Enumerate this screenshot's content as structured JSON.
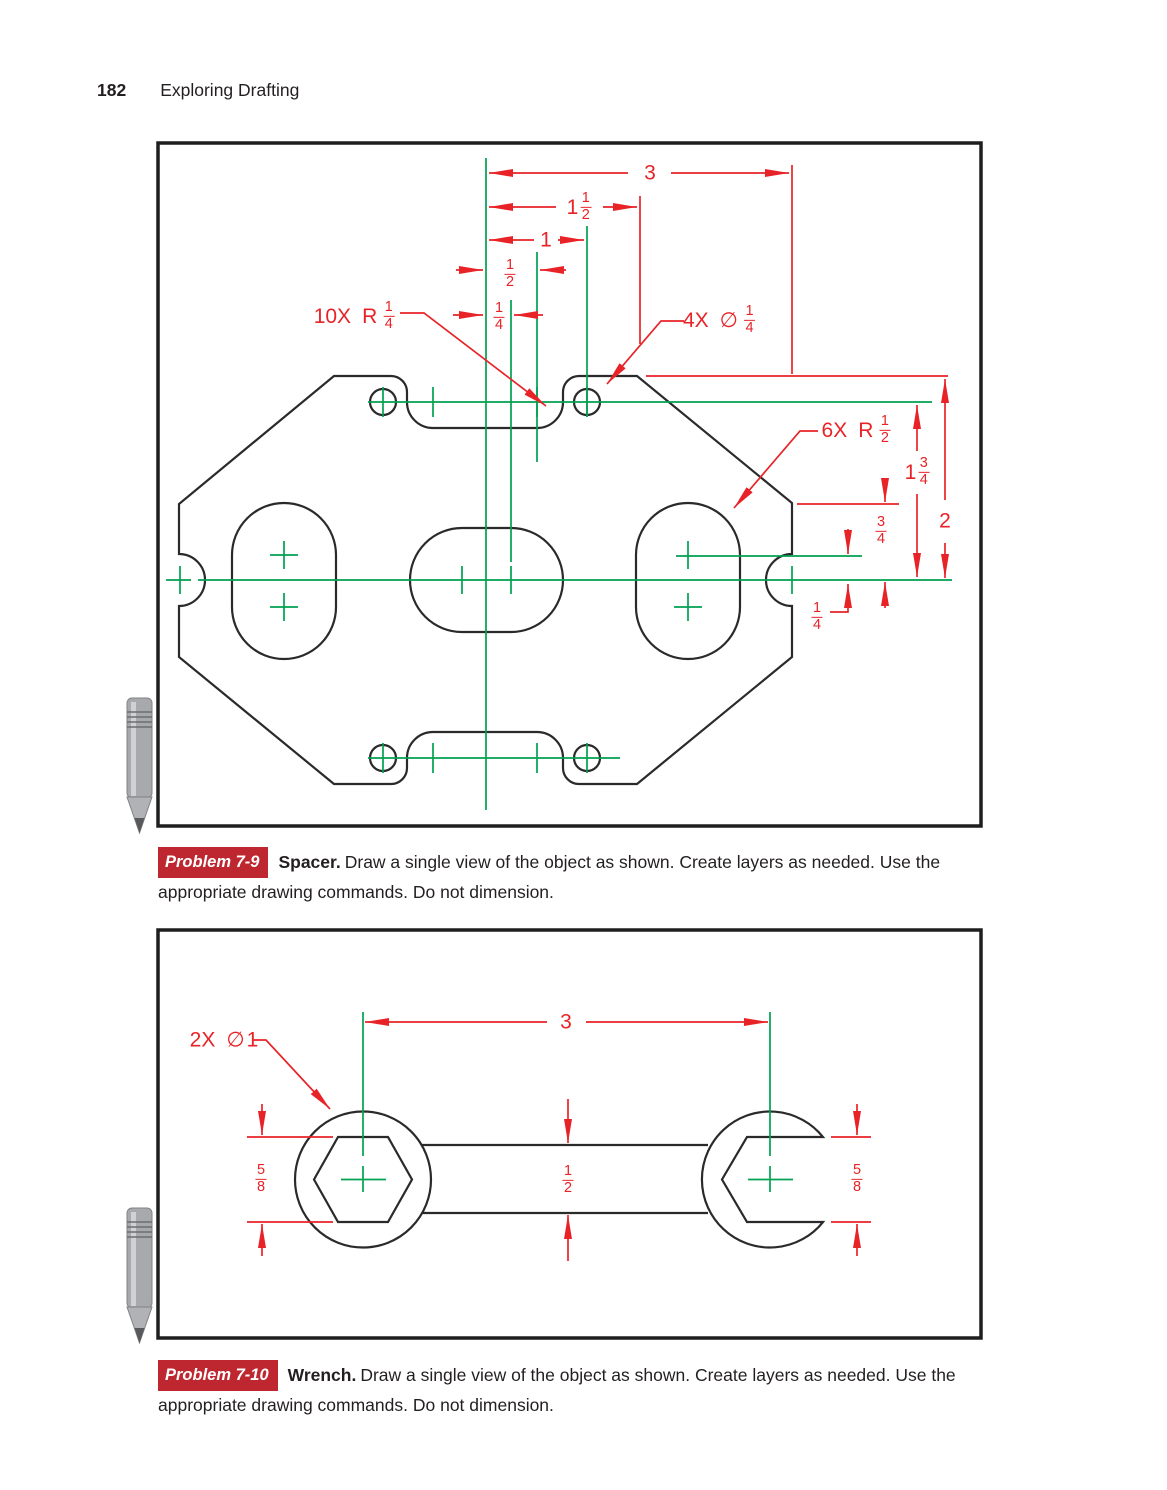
{
  "page": {
    "number": "182",
    "title": "Exploring Drafting"
  },
  "colors": {
    "dimension_red": "#e82328",
    "centerline_green": "#00a150",
    "drawing_black": "#2a2a2a",
    "badge_red": "#be2730",
    "badge_text": "#ffffff"
  },
  "problem1": {
    "badge": "Problem 7-9",
    "name": "Spacer.",
    "caption": "Draw a single view of the object as shown. Create layers as needed. Use the appropriate drawing commands. Do not dimension.",
    "dims": {
      "overall_width": "3",
      "width_to_corner": {
        "whole": "1",
        "num": "1",
        "den": "2"
      },
      "width_to_hole": "1",
      "width_to_notch": {
        "num": "1",
        "den": "2"
      },
      "width_to_slot": {
        "num": "1",
        "den": "4"
      },
      "fillet_note": {
        "count": "10X",
        "prefix": "R",
        "num": "1",
        "den": "4"
      },
      "hole_note": {
        "count": "4X",
        "prefix": "∅",
        "num": "1",
        "den": "4"
      },
      "slot_note": {
        "count": "6X",
        "prefix": "R",
        "num": "1",
        "den": "2"
      },
      "height_hole_to_center": {
        "whole": "1",
        "num": "3",
        "den": "4"
      },
      "height_corner_to_center": {
        "num": "3",
        "den": "4"
      },
      "overall_half_height": "2",
      "slot_offset": {
        "num": "1",
        "den": "4"
      }
    }
  },
  "problem2": {
    "badge": "Problem 7-10",
    "name": "Wrench.",
    "caption": "Draw a single view of the object as shown. Create layers as needed. Use the appropriate drawing commands. Do not dimension.",
    "dims": {
      "center_distance": "3",
      "hole_note": {
        "count": "2X",
        "prefix": "∅",
        "value": "1"
      },
      "jaw_left": {
        "num": "5",
        "den": "8"
      },
      "handle_width": {
        "num": "1",
        "den": "2"
      },
      "jaw_right": {
        "num": "5",
        "den": "8"
      }
    }
  }
}
